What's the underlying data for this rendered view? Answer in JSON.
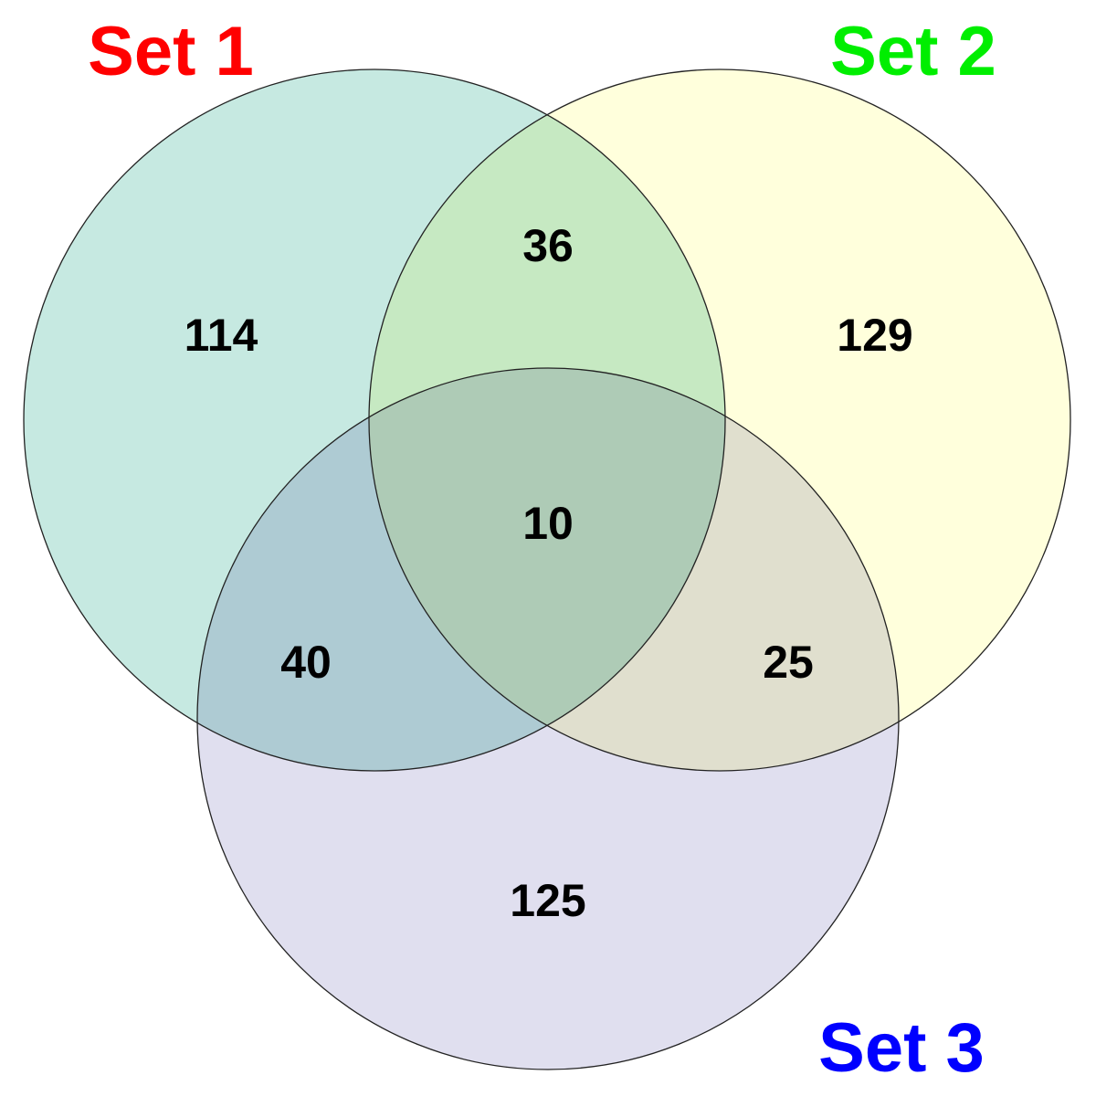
{
  "sets": [
    {
      "label": "Set 1",
      "label_color": "#ff0000",
      "fill_color": "#c6e9e1"
    },
    {
      "label": "Set 2",
      "label_color": "#00ee00",
      "fill_color": "#ffffdc"
    },
    {
      "label": "Set 3",
      "label_color": "#0000ff",
      "fill_color": "#e0dfef"
    }
  ],
  "regions": {
    "only_1": "114",
    "only_2": "129",
    "only_3": "125",
    "set1_set2": "36",
    "set1_set3": "40",
    "set2_set3": "25",
    "all_three": "10"
  }
}
